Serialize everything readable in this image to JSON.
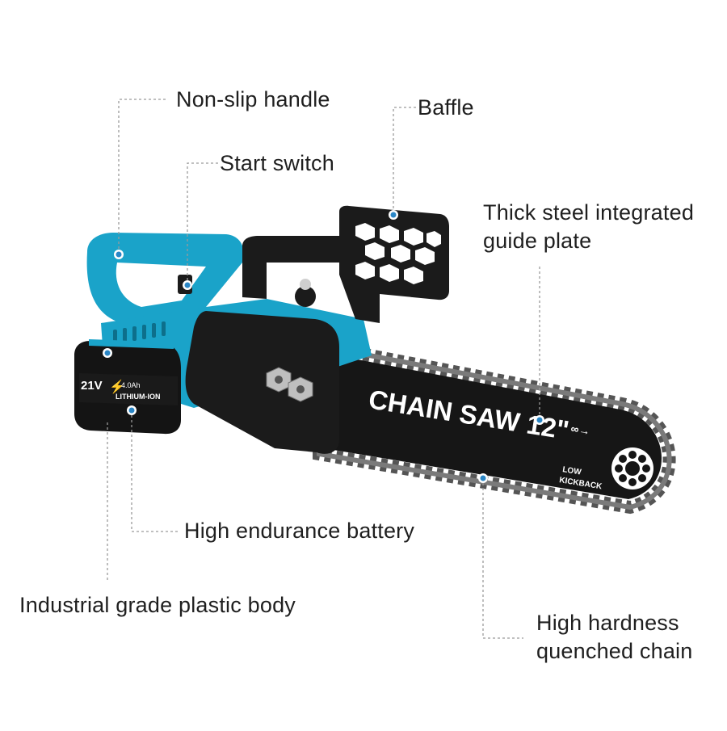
{
  "callouts": {
    "handle": "Non-slip handle",
    "baffle": "Baffle",
    "switch": "Start switch",
    "guide_plate": [
      "Thick steel integrated",
      "guide plate"
    ],
    "battery": "High endurance battery",
    "body": "Industrial grade plastic body",
    "chain": [
      "High hardness",
      "quenched chain"
    ]
  },
  "product": {
    "bar_label": "CHAIN SAW 12\"",
    "bar_warning": [
      "LOW",
      "KICKBACK"
    ],
    "battery_voltage": "21V",
    "battery_capacity": "4.0Ah",
    "battery_type": "LITHIUM-ION"
  },
  "colors": {
    "body_blue": "#1aa3c9",
    "body_black": "#1b1b1b",
    "marker_blue": "#2a86c6"
  }
}
